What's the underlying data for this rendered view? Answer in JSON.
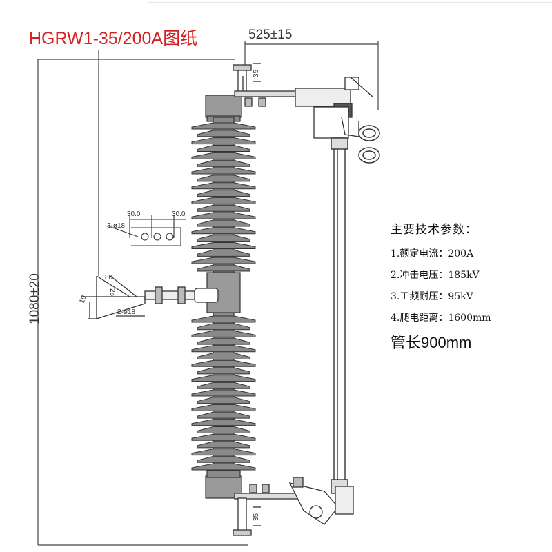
{
  "title": "HGRW1-35/200A图纸",
  "dimensions": {
    "width": "525±15",
    "height": "1080±20",
    "top_clearance": "35",
    "bottom_clearance": "35",
    "terminal_detail": {
      "pitch_1": "30.0",
      "pitch_2": "30.0",
      "holes": "3-ø18"
    },
    "bracket_detail": {
      "dim_80": "80",
      "dim_25": "25",
      "dim_10": "10",
      "holes": "2-ø18"
    }
  },
  "specs": {
    "heading": "主要技术参数：",
    "items": [
      "1.额定电流：200A",
      "2.冲击电压：185kV",
      "3.工频耐压：95kV",
      "4.爬电距离：1600mm"
    ],
    "tube_length": "管长900mm"
  },
  "colors": {
    "title": "#d42222",
    "insulator": "#8a8a8a",
    "line": "#333333"
  }
}
